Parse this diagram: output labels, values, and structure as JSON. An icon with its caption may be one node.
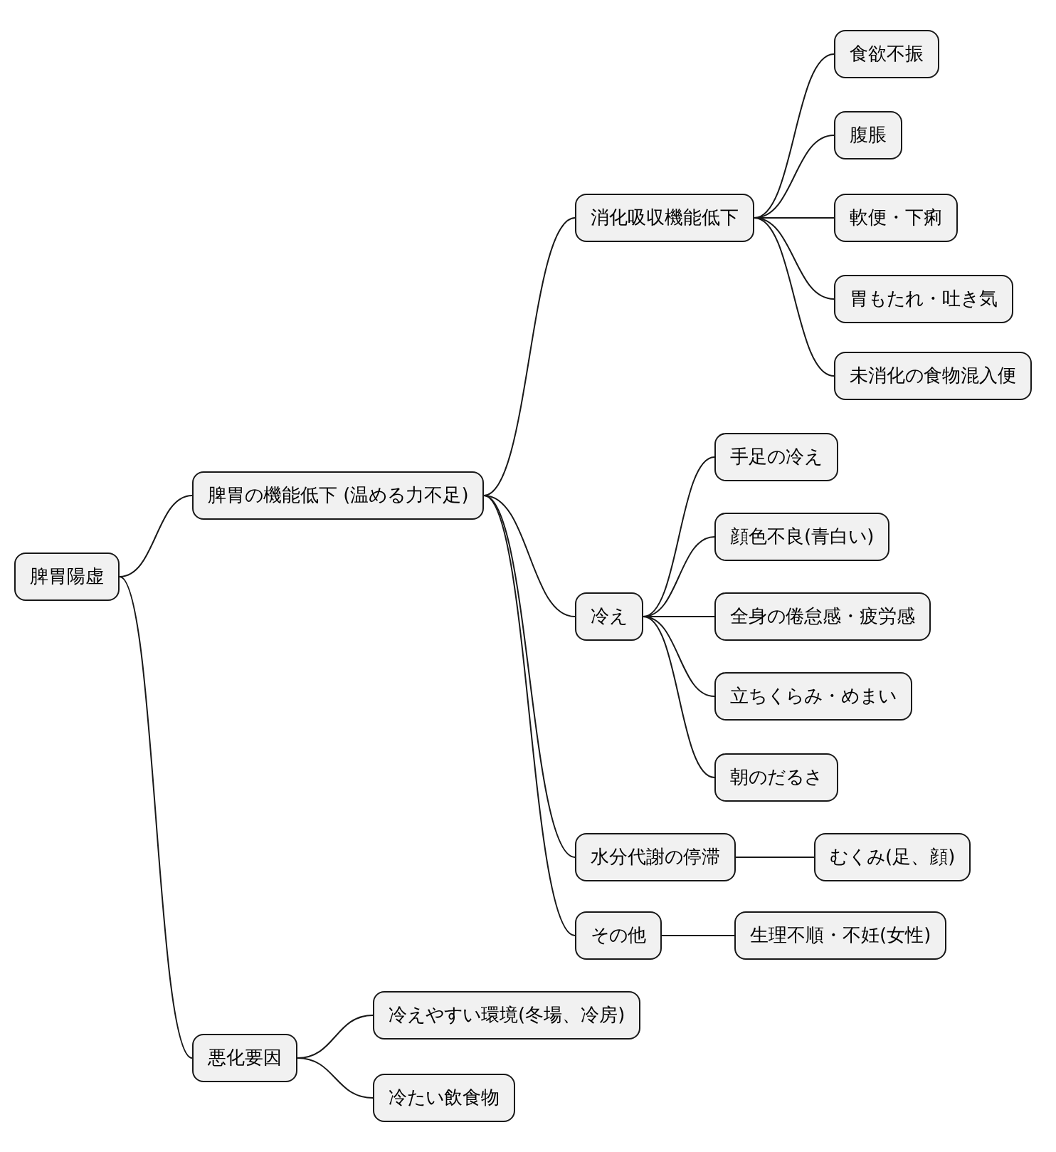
{
  "diagram": {
    "nodes": [
      {
        "text": [
          "脾胃陽虚"
        ]
      },
      {
        "text": [
          "脾胃の機能低下 (温める力不足)"
        ]
      },
      {
        "text": [
          "消化吸収機能低下"
        ]
      },
      {
        "text": [
          "食欲不振"
        ]
      },
      {
        "text": [
          "腹脹"
        ]
      },
      {
        "text": [
          "軟便・下痢"
        ]
      },
      {
        "text": [
          "胃もたれ・吐き気"
        ]
      },
      {
        "text": [
          "未消化の食物混入便"
        ]
      },
      {
        "text": [
          "冷え"
        ]
      },
      {
        "text": [
          "手足の冷え"
        ]
      },
      {
        "text": [
          "顔色不良(青白い)"
        ]
      },
      {
        "text": [
          "全身の倦怠感・疲労感"
        ]
      },
      {
        "text": [
          "立ちくらみ・めまい"
        ]
      },
      {
        "text": [
          "朝のだるさ"
        ]
      },
      {
        "text": [
          "水分代謝の停滞"
        ]
      },
      {
        "text": [
          "むくみ(足、顔)"
        ]
      },
      {
        "text": [
          "その他"
        ]
      },
      {
        "text": [
          "生理不順・不妊(女性)"
        ]
      },
      {
        "text": [
          "悪化要因"
        ]
      },
      {
        "text": [
          "冷えやすい環境(冬場、冷房)"
        ]
      },
      {
        "text": [
          "冷たい飲食物"
        ]
      }
    ],
    "edges": [
      {
        "from": 0,
        "to": 1,
        "arrow": "none"
      },
      {
        "from": 1,
        "to": 2,
        "arrow": "none"
      },
      {
        "from": 2,
        "to": 3,
        "arrow": "none"
      },
      {
        "from": 2,
        "to": 4,
        "arrow": "none"
      },
      {
        "from": 2,
        "to": 5,
        "arrow": "none"
      },
      {
        "from": 2,
        "to": 6,
        "arrow": "none"
      },
      {
        "from": 2,
        "to": 7,
        "arrow": "none"
      },
      {
        "from": 1,
        "to": 8,
        "arrow": "none"
      },
      {
        "from": 8,
        "to": 9,
        "arrow": "none"
      },
      {
        "from": 8,
        "to": 10,
        "arrow": "none"
      },
      {
        "from": 8,
        "to": 11,
        "arrow": "none"
      },
      {
        "from": 8,
        "to": 12,
        "arrow": "none"
      },
      {
        "from": 8,
        "to": 13,
        "arrow": "none"
      },
      {
        "from": 1,
        "to": 14,
        "arrow": "none"
      },
      {
        "from": 14,
        "to": 15,
        "arrow": "none"
      },
      {
        "from": 1,
        "to": 16,
        "arrow": "none"
      },
      {
        "from": 16,
        "to": 17,
        "arrow": "none"
      },
      {
        "from": 0,
        "to": 18,
        "arrow": "none"
      },
      {
        "from": 18,
        "to": 19,
        "arrow": "none"
      },
      {
        "from": 18,
        "to": 20,
        "arrow": "none"
      }
    ]
  }
}
